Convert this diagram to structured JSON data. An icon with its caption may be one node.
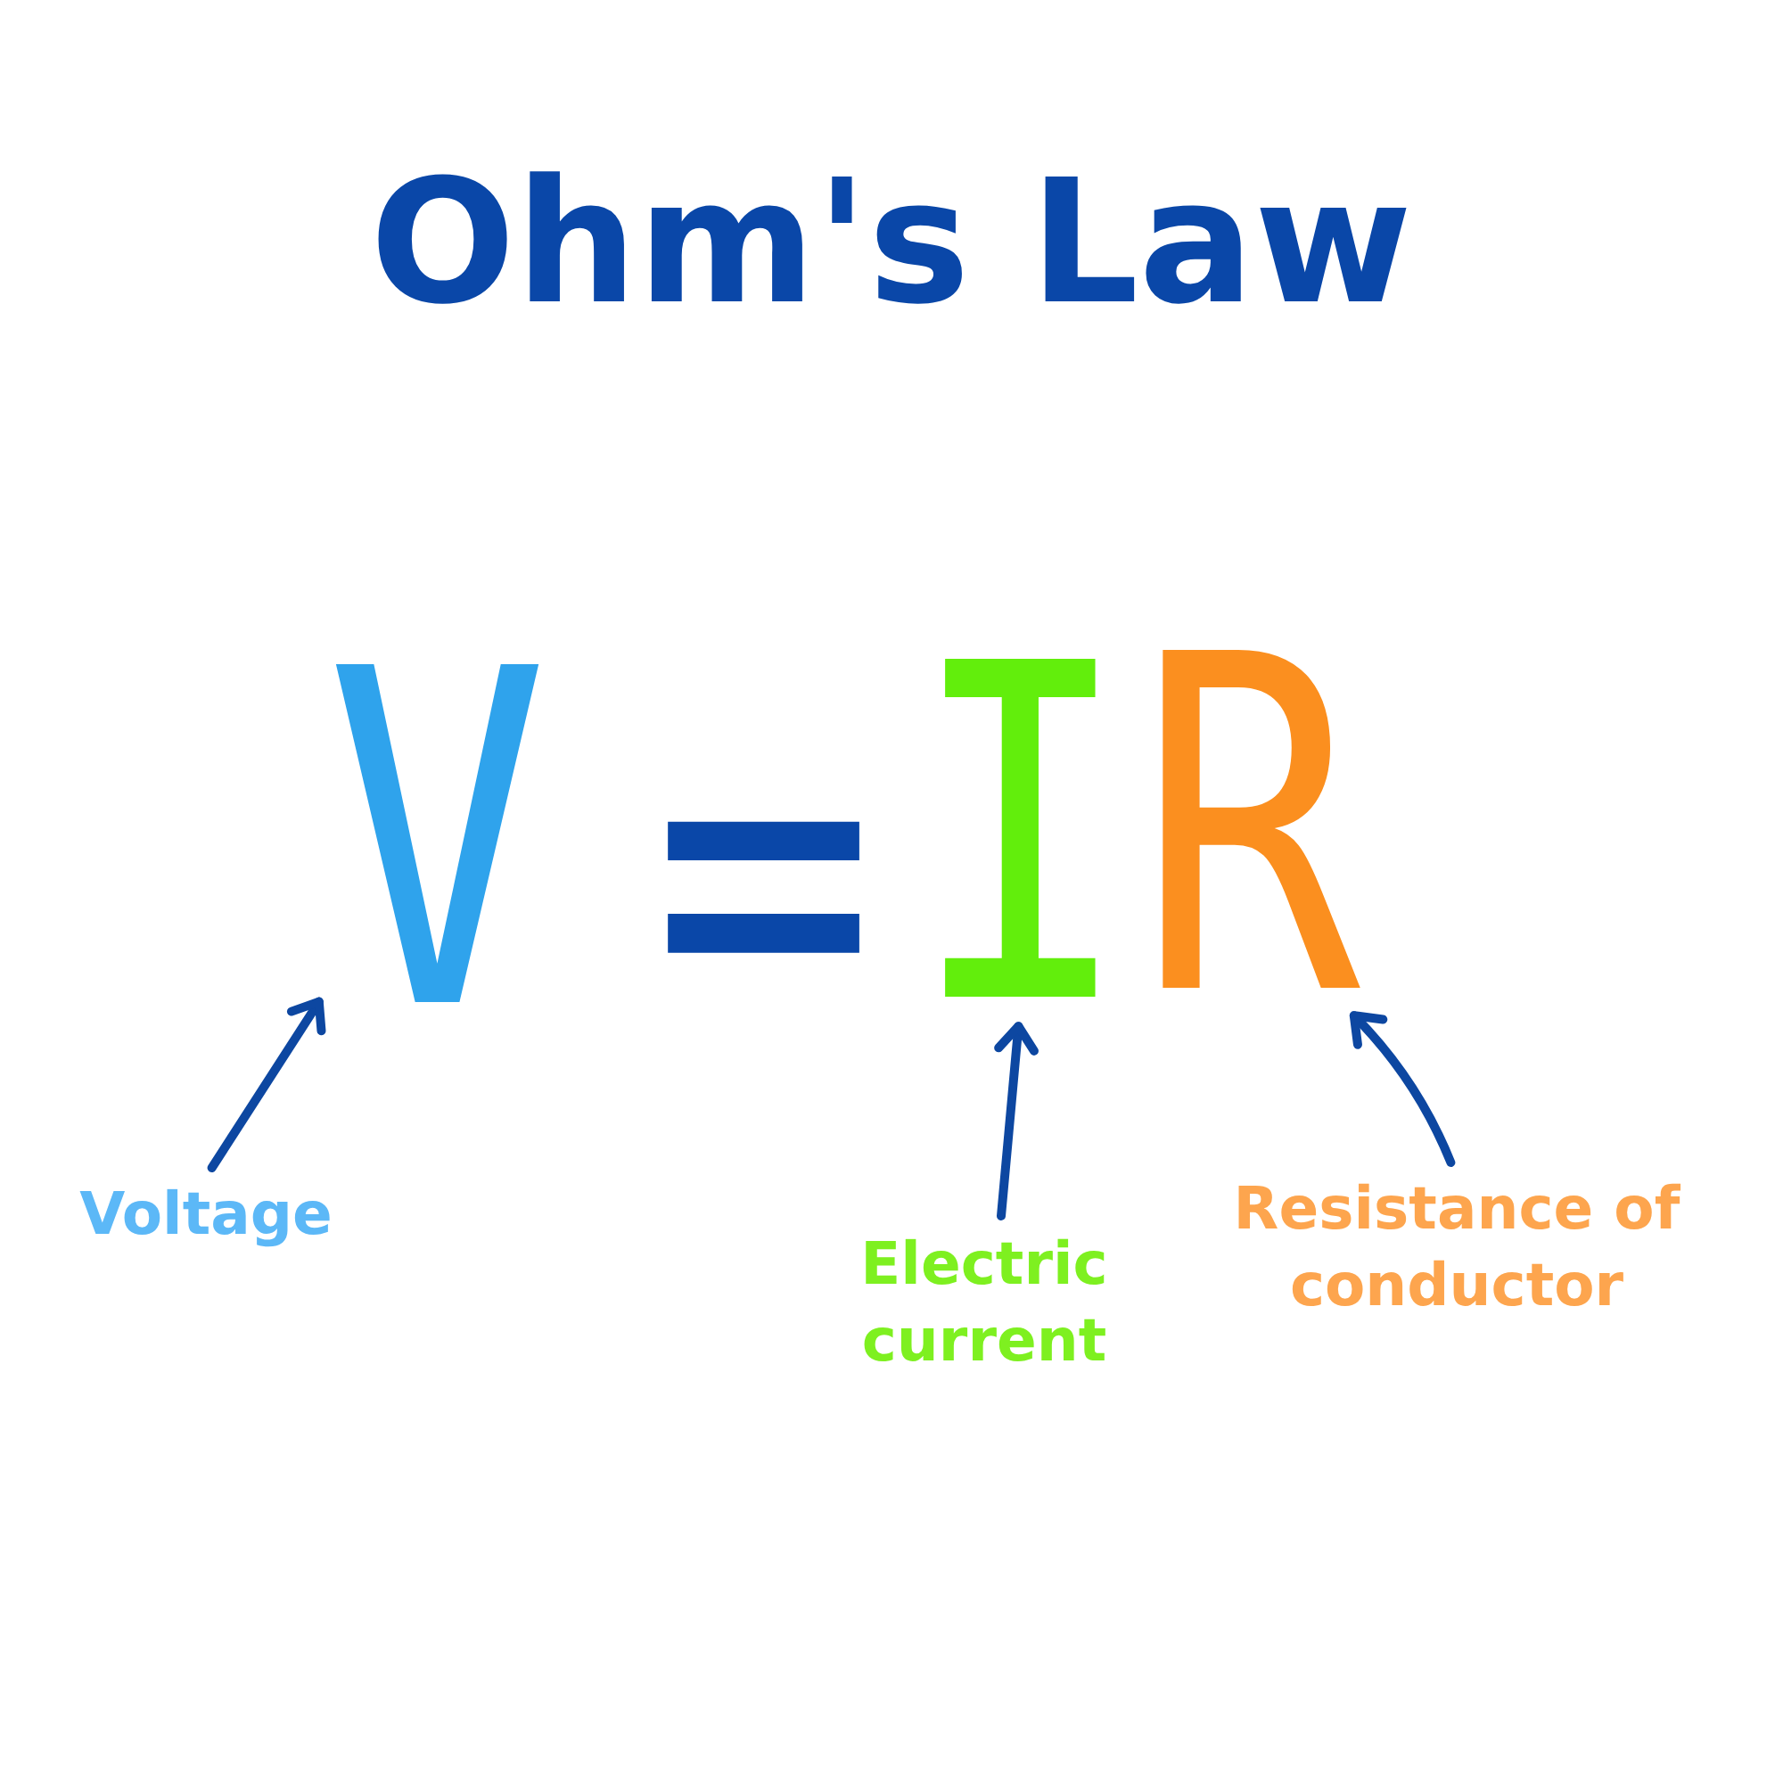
{
  "diagram": {
    "title": "Ohm's Law",
    "nodes": [
      {
        "text": [
          "V"
        ]
      },
      {
        "text": [
          "I"
        ]
      },
      {
        "text": [
          "R"
        ]
      },
      {
        "text": [
          "Voltage"
        ]
      },
      {
        "text": [
          "Electric current"
        ]
      },
      {
        "text": [
          "Resistance of conductor"
        ]
      }
    ],
    "edges": [
      {
        "from": 3,
        "to": 0,
        "arrow": "to"
      },
      {
        "from": 4,
        "to": 1,
        "arrow": "to"
      },
      {
        "from": 5,
        "to": 2,
        "arrow": "to"
      }
    ],
    "labels": [
      "="
    ]
  }
}
